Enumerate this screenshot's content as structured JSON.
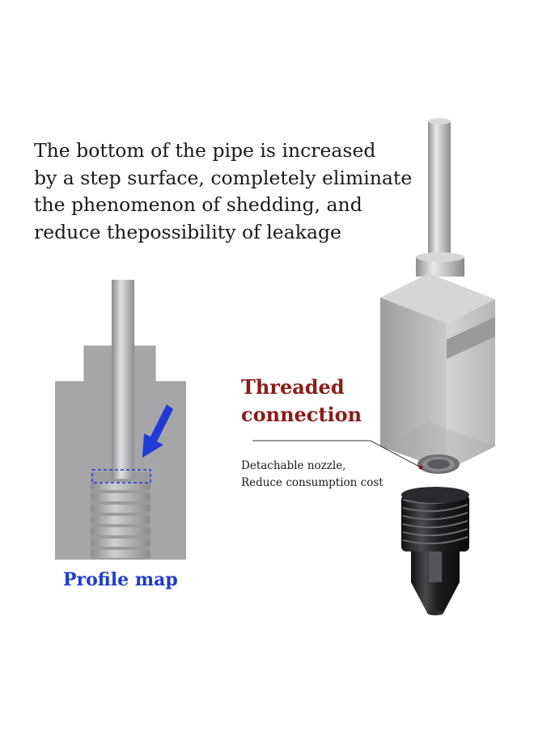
{
  "headline": {
    "lines": [
      "The bottom of the pipe is increased",
      "by a step surface, completely eliminate",
      "the phenomenon of shedding, and",
      "reduce thepossibility of leakage"
    ]
  },
  "callout": {
    "title_lines": [
      "Threaded",
      "connection"
    ],
    "note_lines": [
      "Detachable nozzle,",
      "Reduce consumption cost"
    ]
  },
  "profile_label": "Profile map",
  "colors": {
    "callout_red": "#8e1a16",
    "profile_blue": "#1f3ad6",
    "metal": "#b9b9bb",
    "nozzle_black": "#1d1d1f"
  }
}
